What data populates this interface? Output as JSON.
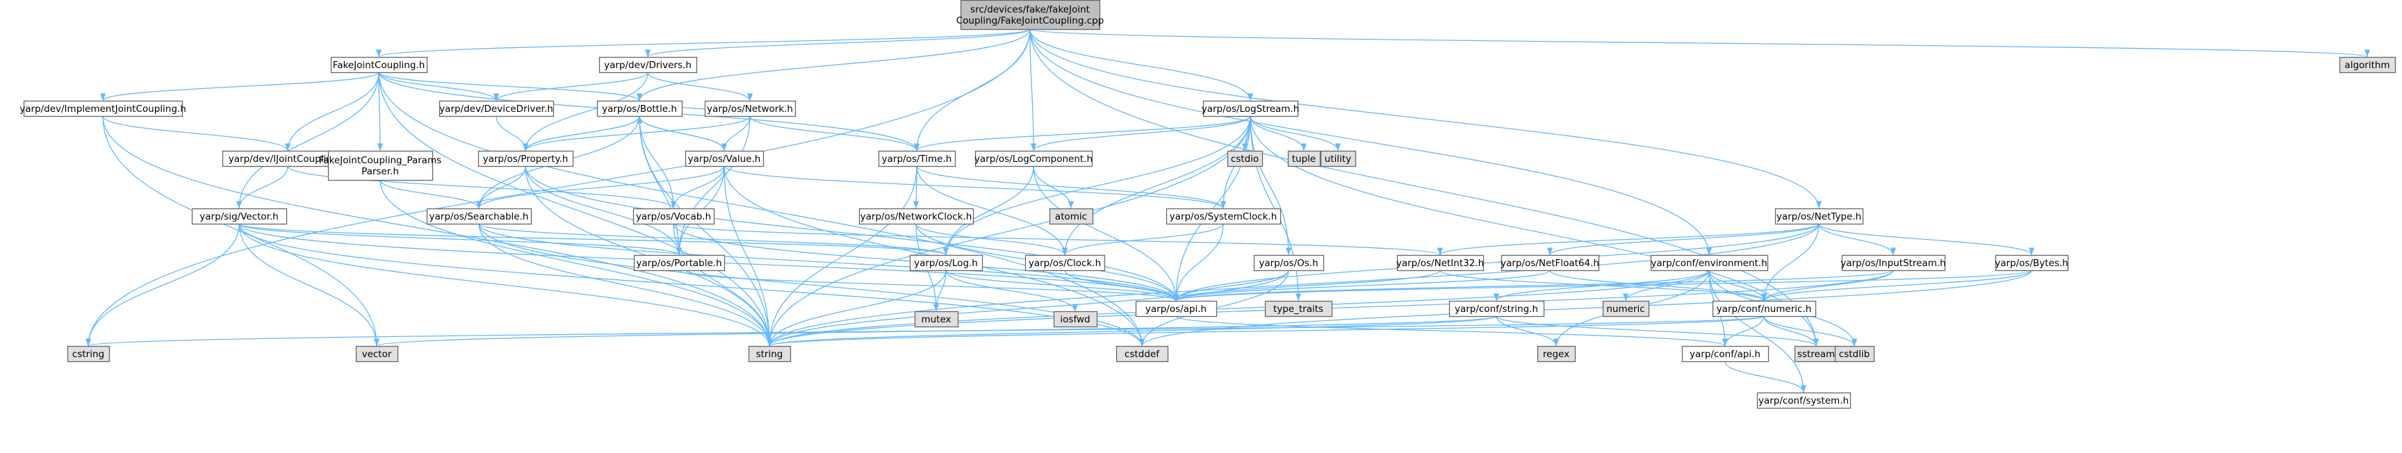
{
  "colors": {
    "edge": "#63b8ff",
    "node_border": "#666666",
    "node_fill": "#ffffff",
    "node_highlight_fill": "#bfbfbf",
    "node_external_fill": "#e0e0e0",
    "node_warning_border": "#ff0000",
    "node_text": "#000000",
    "node_warning_text": "#8b0000"
  },
  "nodes": [
    {
      "id": "root",
      "lines": [
        "src/devices/fake/fakeJoint",
        "Coupling/FakeJointCoupling.cpp"
      ],
      "kind": "highlight"
    },
    {
      "id": "fjc_h",
      "lines": [
        "FakeJointCoupling.h"
      ],
      "kind": "normal"
    },
    {
      "id": "drivers",
      "lines": [
        "yarp/dev/Drivers.h"
      ],
      "kind": "normal"
    },
    {
      "id": "algorithm",
      "lines": [
        "algorithm"
      ],
      "kind": "external"
    },
    {
      "id": "implcoupling",
      "lines": [
        "yarp/dev/ImplementJointCoupling.h"
      ],
      "kind": "warning"
    },
    {
      "id": "devicedriver",
      "lines": [
        "yarp/dev/DeviceDriver.h"
      ],
      "kind": "warning"
    },
    {
      "id": "bottle",
      "lines": [
        "yarp/os/Bottle.h"
      ],
      "kind": "normal"
    },
    {
      "id": "network",
      "lines": [
        "yarp/os/Network.h"
      ],
      "kind": "warning"
    },
    {
      "id": "logstream",
      "lines": [
        "yarp/os/LogStream.h"
      ],
      "kind": "normal"
    },
    {
      "id": "ijointcoupling",
      "lines": [
        "yarp/dev/IJointCoupling.h"
      ],
      "kind": "warning"
    },
    {
      "id": "params",
      "lines": [
        "FakeJointCoupling_Params",
        "Parser.h"
      ],
      "kind": "warning"
    },
    {
      "id": "property",
      "lines": [
        "yarp/os/Property.h"
      ],
      "kind": "normal"
    },
    {
      "id": "value",
      "lines": [
        "yarp/os/Value.h"
      ],
      "kind": "normal"
    },
    {
      "id": "time",
      "lines": [
        "yarp/os/Time.h"
      ],
      "kind": "normal"
    },
    {
      "id": "logcomponent",
      "lines": [
        "yarp/os/LogComponent.h"
      ],
      "kind": "normal"
    },
    {
      "id": "cstdio",
      "lines": [
        "cstdio"
      ],
      "kind": "external"
    },
    {
      "id": "tuple",
      "lines": [
        "tuple"
      ],
      "kind": "external"
    },
    {
      "id": "utility",
      "lines": [
        "utility"
      ],
      "kind": "external"
    },
    {
      "id": "vector_h",
      "lines": [
        "yarp/sig/Vector.h"
      ],
      "kind": "warning"
    },
    {
      "id": "searchable",
      "lines": [
        "yarp/os/Searchable.h"
      ],
      "kind": "normal"
    },
    {
      "id": "vocab",
      "lines": [
        "yarp/os/Vocab.h"
      ],
      "kind": "normal"
    },
    {
      "id": "networkclock",
      "lines": [
        "yarp/os/NetworkClock.h"
      ],
      "kind": "normal"
    },
    {
      "id": "atomic",
      "lines": [
        "atomic"
      ],
      "kind": "external"
    },
    {
      "id": "systemclock",
      "lines": [
        "yarp/os/SystemClock.h"
      ],
      "kind": "normal"
    },
    {
      "id": "nettype",
      "lines": [
        "yarp/os/NetType.h"
      ],
      "kind": "normal"
    },
    {
      "id": "portable",
      "lines": [
        "yarp/os/Portable.h"
      ],
      "kind": "warning"
    },
    {
      "id": "log",
      "lines": [
        "yarp/os/Log.h"
      ],
      "kind": "warning"
    },
    {
      "id": "clock",
      "lines": [
        "yarp/os/Clock.h"
      ],
      "kind": "normal"
    },
    {
      "id": "os_h",
      "lines": [
        "yarp/os/Os.h"
      ],
      "kind": "normal"
    },
    {
      "id": "netint32",
      "lines": [
        "yarp/os/NetInt32.h"
      ],
      "kind": "normal"
    },
    {
      "id": "netfloat64",
      "lines": [
        "yarp/os/NetFloat64.h"
      ],
      "kind": "normal"
    },
    {
      "id": "environment",
      "lines": [
        "yarp/conf/environment.h"
      ],
      "kind": "normal"
    },
    {
      "id": "inputstream",
      "lines": [
        "yarp/os/InputStream.h"
      ],
      "kind": "normal"
    },
    {
      "id": "bytes",
      "lines": [
        "yarp/os/Bytes.h"
      ],
      "kind": "normal"
    },
    {
      "id": "mutex",
      "lines": [
        "mutex"
      ],
      "kind": "external"
    },
    {
      "id": "iosfwd",
      "lines": [
        "iosfwd"
      ],
      "kind": "external"
    },
    {
      "id": "osapi",
      "lines": [
        "yarp/os/api.h"
      ],
      "kind": "normal"
    },
    {
      "id": "type_traits",
      "lines": [
        "type_traits"
      ],
      "kind": "external"
    },
    {
      "id": "numeric",
      "lines": [
        "numeric"
      ],
      "kind": "external"
    },
    {
      "id": "confstring",
      "lines": [
        "yarp/conf/string.h"
      ],
      "kind": "warning"
    },
    {
      "id": "confnumeric",
      "lines": [
        "yarp/conf/numeric.h"
      ],
      "kind": "warning"
    },
    {
      "id": "cstring",
      "lines": [
        "cstring"
      ],
      "kind": "external"
    },
    {
      "id": "vector",
      "lines": [
        "vector"
      ],
      "kind": "external"
    },
    {
      "id": "string",
      "lines": [
        "string"
      ],
      "kind": "external"
    },
    {
      "id": "cstddef",
      "lines": [
        "cstddef"
      ],
      "kind": "external"
    },
    {
      "id": "regex",
      "lines": [
        "regex"
      ],
      "kind": "external"
    },
    {
      "id": "confapi",
      "lines": [
        "yarp/conf/api.h"
      ],
      "kind": "warning"
    },
    {
      "id": "sstream",
      "lines": [
        "sstream"
      ],
      "kind": "external"
    },
    {
      "id": "cstdlib",
      "lines": [
        "cstdlib"
      ],
      "kind": "external"
    },
    {
      "id": "confsystem",
      "lines": [
        "yarp/conf/system.h"
      ],
      "kind": "normal"
    }
  ],
  "edges": [
    [
      "root",
      "fjc_h"
    ],
    [
      "root",
      "drivers"
    ],
    [
      "root",
      "algorithm"
    ],
    [
      "root",
      "bottle"
    ],
    [
      "root",
      "logstream"
    ],
    [
      "root",
      "time"
    ],
    [
      "root",
      "logcomponent"
    ],
    [
      "root",
      "nettype"
    ],
    [
      "root",
      "environment"
    ],
    [
      "root",
      "cstring"
    ],
    [
      "root",
      "sstream"
    ],
    [
      "fjc_h",
      "implcoupling"
    ],
    [
      "fjc_h",
      "devicedriver"
    ],
    [
      "fjc_h",
      "bottle"
    ],
    [
      "fjc_h",
      "ijointcoupling"
    ],
    [
      "fjc_h",
      "params"
    ],
    [
      "fjc_h",
      "vector_h"
    ],
    [
      "fjc_h",
      "time"
    ],
    [
      "fjc_h",
      "string"
    ],
    [
      "fjc_h",
      "cstddef"
    ],
    [
      "drivers",
      "devicedriver"
    ],
    [
      "drivers",
      "network"
    ],
    [
      "drivers",
      "property"
    ],
    [
      "implcoupling",
      "ijointcoupling"
    ],
    [
      "implcoupling",
      "string"
    ],
    [
      "implcoupling",
      "vector"
    ],
    [
      "devicedriver",
      "property"
    ],
    [
      "ijointcoupling",
      "vector_h"
    ],
    [
      "ijointcoupling",
      "vocab"
    ],
    [
      "params",
      "searchable"
    ],
    [
      "params",
      "string"
    ],
    [
      "network",
      "property"
    ],
    [
      "network",
      "value"
    ],
    [
      "network",
      "time"
    ],
    [
      "network",
      "portable"
    ],
    [
      "network",
      "bottle"
    ],
    [
      "bottle",
      "property"
    ],
    [
      "bottle",
      "value"
    ],
    [
      "bottle",
      "searchable"
    ],
    [
      "bottle",
      "vocab"
    ],
    [
      "bottle",
      "portable"
    ],
    [
      "bottle",
      "string"
    ],
    [
      "value",
      "bottle"
    ],
    [
      "property",
      "bottle"
    ],
    [
      "logstream",
      "time"
    ],
    [
      "logstream",
      "logcomponent"
    ],
    [
      "logstream",
      "cstdio"
    ],
    [
      "logstream",
      "tuple"
    ],
    [
      "logstream",
      "utility"
    ],
    [
      "logstream",
      "log"
    ],
    [
      "logstream",
      "osapi"
    ],
    [
      "logstream",
      "os_h"
    ],
    [
      "logstream",
      "systemclock"
    ],
    [
      "logstream",
      "sstream"
    ],
    [
      "logstream",
      "type_traits"
    ],
    [
      "logstream",
      "string"
    ],
    [
      "logstream",
      "clock"
    ],
    [
      "property",
      "searchable"
    ],
    [
      "property",
      "portable"
    ],
    [
      "property",
      "string"
    ],
    [
      "property",
      "osapi"
    ],
    [
      "value",
      "searchable"
    ],
    [
      "value",
      "vocab"
    ],
    [
      "value",
      "portable"
    ],
    [
      "value",
      "string"
    ],
    [
      "value",
      "cstddef"
    ],
    [
      "value",
      "systemclock"
    ],
    [
      "time",
      "networkclock"
    ],
    [
      "time",
      "clock"
    ],
    [
      "time",
      "string"
    ],
    [
      "time",
      "systemclock"
    ],
    [
      "logcomponent",
      "log"
    ],
    [
      "logcomponent",
      "atomic"
    ],
    [
      "logcomponent",
      "osapi"
    ],
    [
      "vector_h",
      "log"
    ],
    [
      "vector_h",
      "cstring"
    ],
    [
      "vector_h",
      "vector"
    ],
    [
      "vector_h",
      "string"
    ],
    [
      "vector_h",
      "cstddef"
    ],
    [
      "vector_h",
      "portable"
    ],
    [
      "vector_h",
      "osapi"
    ],
    [
      "searchable",
      "string"
    ],
    [
      "searchable",
      "osapi"
    ],
    [
      "searchable",
      "cstddef"
    ],
    [
      "searchable",
      "log"
    ],
    [
      "vocab",
      "netint32"
    ],
    [
      "vocab",
      "string"
    ],
    [
      "vocab",
      "osapi"
    ],
    [
      "networkclock",
      "clock"
    ],
    [
      "networkclock",
      "mutex"
    ],
    [
      "networkclock",
      "osapi"
    ],
    [
      "systemclock",
      "clock"
    ],
    [
      "systemclock",
      "osapi"
    ],
    [
      "clock",
      "osapi"
    ],
    [
      "log",
      "mutex"
    ],
    [
      "log",
      "iosfwd"
    ],
    [
      "log",
      "osapi"
    ],
    [
      "log",
      "string"
    ],
    [
      "os_h",
      "osapi"
    ],
    [
      "os_h",
      "cstddef"
    ],
    [
      "os_h",
      "string"
    ],
    [
      "nettype",
      "netint32"
    ],
    [
      "nettype",
      "netfloat64"
    ],
    [
      "nettype",
      "inputstream"
    ],
    [
      "nettype",
      "bytes"
    ],
    [
      "nettype",
      "confnumeric"
    ],
    [
      "nettype",
      "osapi"
    ],
    [
      "nettype",
      "string"
    ],
    [
      "netint32",
      "confnumeric"
    ],
    [
      "netint32",
      "osapi"
    ],
    [
      "netfloat64",
      "confnumeric"
    ],
    [
      "netfloat64",
      "osapi"
    ],
    [
      "inputstream",
      "confnumeric"
    ],
    [
      "inputstream",
      "osapi"
    ],
    [
      "inputstream",
      "string"
    ],
    [
      "bytes",
      "confnumeric"
    ],
    [
      "bytes",
      "osapi"
    ],
    [
      "bytes",
      "cstddef"
    ],
    [
      "portable",
      "osapi"
    ],
    [
      "environment",
      "confstring"
    ],
    [
      "environment",
      "numeric"
    ],
    [
      "environment",
      "regex"
    ],
    [
      "environment",
      "string"
    ],
    [
      "environment",
      "confnumeric"
    ],
    [
      "environment",
      "cstdlib"
    ],
    [
      "environment",
      "confsystem"
    ],
    [
      "environment",
      "confapi"
    ],
    [
      "confstring",
      "string"
    ],
    [
      "confstring",
      "regex"
    ],
    [
      "confstring",
      "vector"
    ],
    [
      "confstring",
      "sstream"
    ],
    [
      "confnumeric",
      "confapi"
    ],
    [
      "confnumeric",
      "sstream"
    ],
    [
      "confnumeric",
      "string"
    ],
    [
      "confnumeric",
      "cstdlib"
    ],
    [
      "confnumeric",
      "cstring"
    ],
    [
      "osapi",
      "confapi"
    ],
    [
      "confapi",
      "confsystem"
    ]
  ]
}
